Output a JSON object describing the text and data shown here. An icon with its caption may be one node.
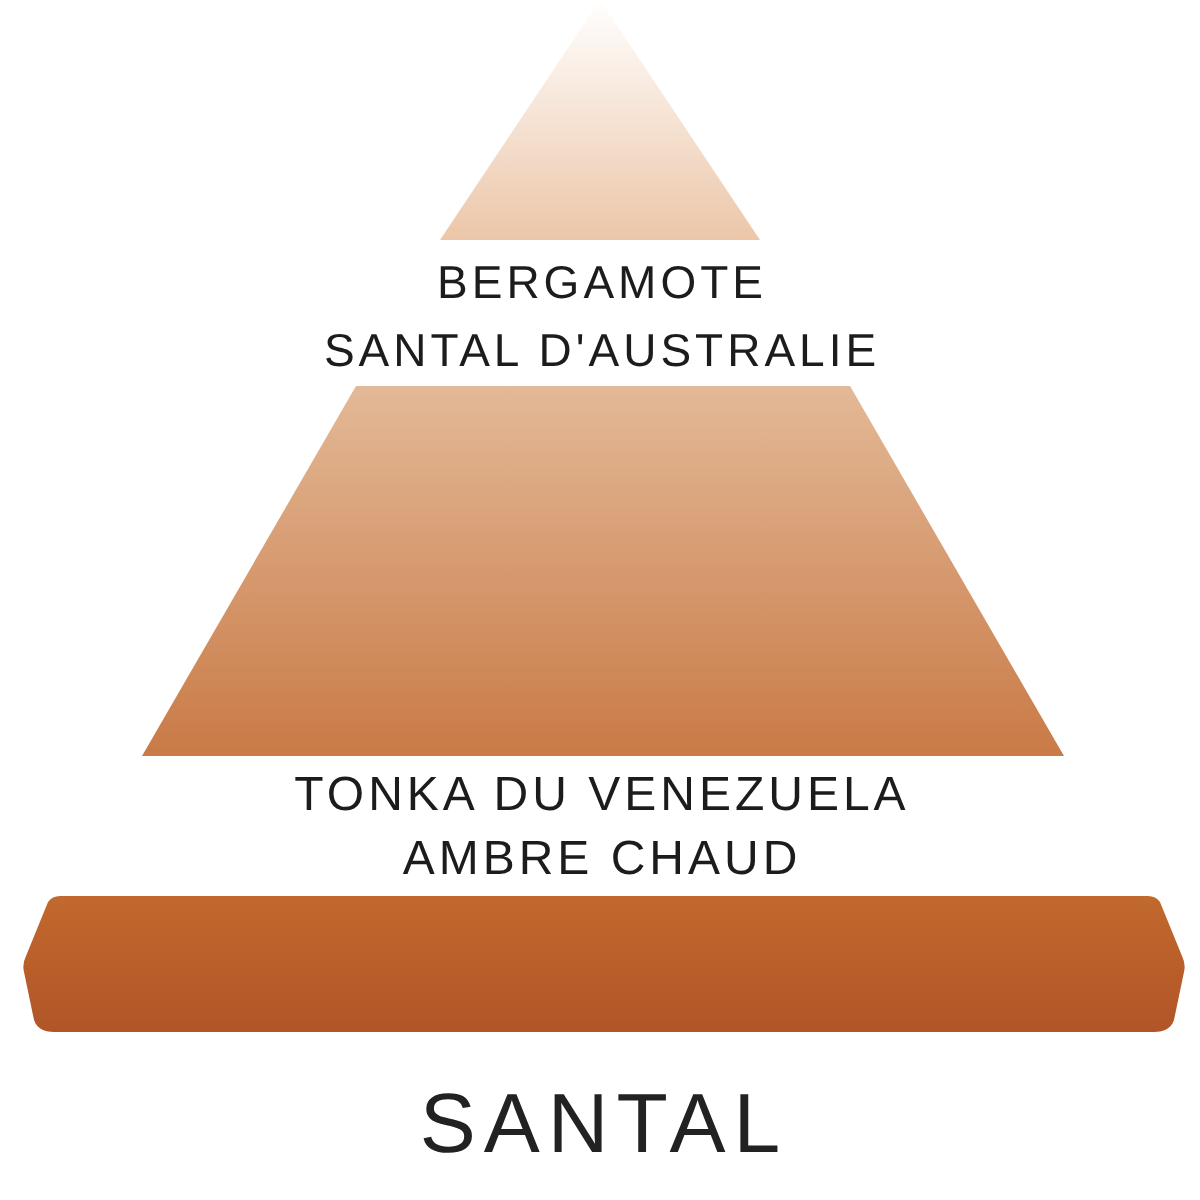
{
  "diagram": {
    "title": "SANTAL",
    "nodes": [
      {
        "text": [
          "BERGAMOTE",
          "SANTAL D'AUSTRALIE"
        ]
      },
      {
        "text": [
          "TONKA DU VENEZUELA",
          "AMBRE CHAUD"
        ]
      },
      {
        "text": [],
        "shape": "bar"
      }
    ]
  }
}
